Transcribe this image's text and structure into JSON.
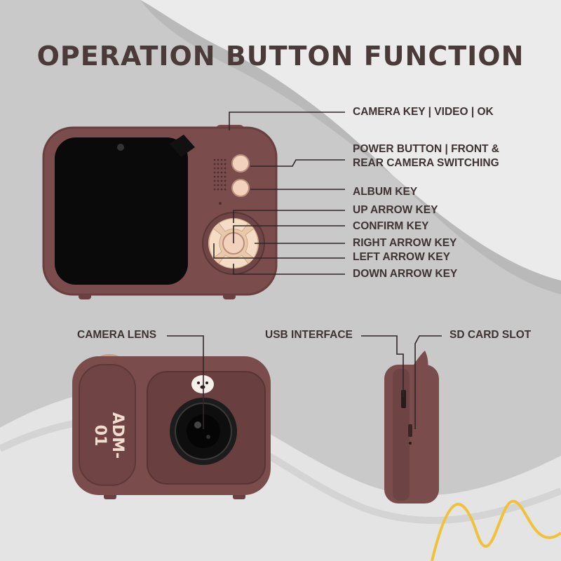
{
  "title": "OPERATION BUTTON FUNCTION",
  "model_text": "ADM-01",
  "callouts": {
    "camera_key": "CAMERA KEY | VIDEO | OK",
    "power_line1": "POWER BUTTON | FRONT &",
    "power_line2": "REAR CAMERA SWITCHING",
    "album_key": "ALBUM KEY",
    "up_arrow": "UP ARROW KEY",
    "confirm": "CONFIRM KEY",
    "right_arrow": "RIGHT ARROW KEY",
    "left_arrow": "LEFT ARROW KEY",
    "down_arrow": "DOWN ARROW KEY",
    "camera_lens": "CAMERA LENS",
    "usb": "USB INTERFACE",
    "sd_card": "SD CARD SLOT"
  },
  "colors": {
    "background_light": "#e9e9e9",
    "background_wave": "#c6c6c6",
    "camera_body": "#7b4c4c",
    "camera_dark": "#5e3838",
    "button_cream": "#f2d2bc",
    "accent_wave": "#f0c23a",
    "text": "#3d3333"
  }
}
